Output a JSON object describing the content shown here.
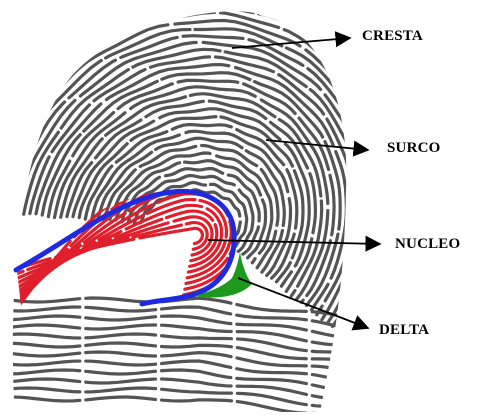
{
  "labels": {
    "cresta": "CRESTA",
    "surco": "SURCO",
    "nucleo": "NUCLEO",
    "delta": "DELTA"
  },
  "colors": {
    "ridge": "#545454",
    "core": "#e01f2c",
    "core_boundary": "#1f2ae0",
    "delta": "#1d9a1d",
    "arrow": "#000000",
    "background": "#ffffff"
  }
}
